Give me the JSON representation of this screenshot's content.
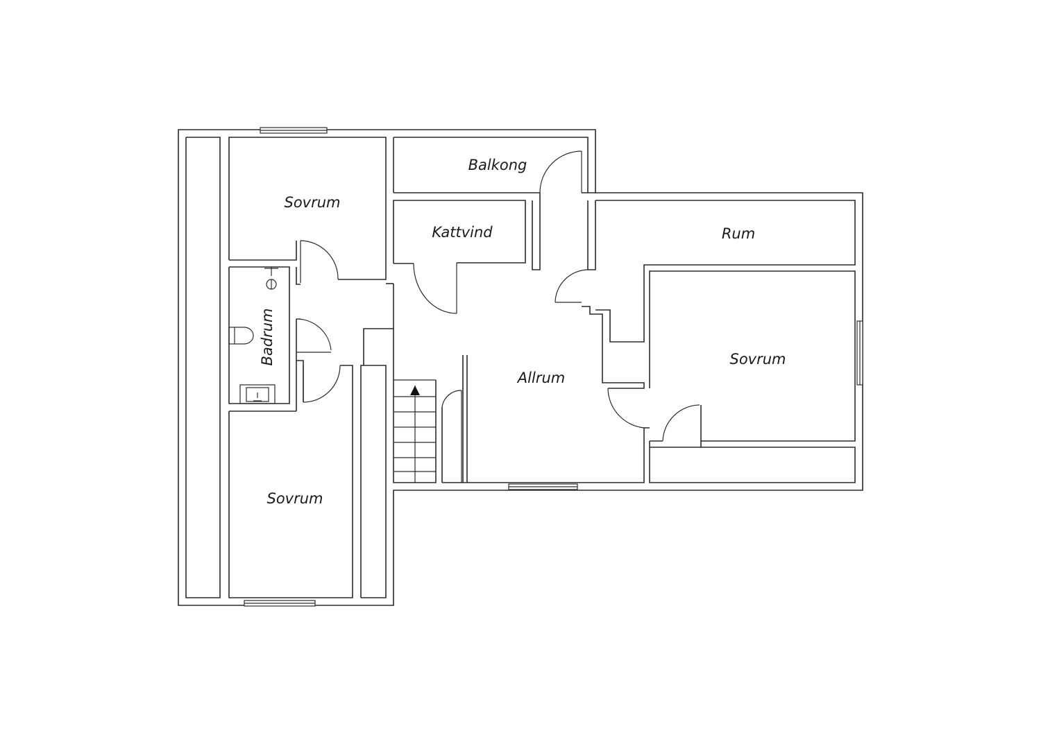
{
  "floor_plan": {
    "rooms": {
      "balkong": "Balkong",
      "sovrum_top_left": "Sovrum",
      "kattvind": "Kattvind",
      "rum": "Rum",
      "badrum": "Badrum",
      "allrum": "Allrum",
      "sovrum_right": "Sovrum",
      "sovrum_bottom_left": "Sovrum"
    },
    "colors": {
      "line": "#2a2a2a",
      "background": "#ffffff"
    },
    "icons": [
      "stair-up-arrow-icon",
      "toilet-icon",
      "sink-icon",
      "shower-icon"
    ]
  }
}
